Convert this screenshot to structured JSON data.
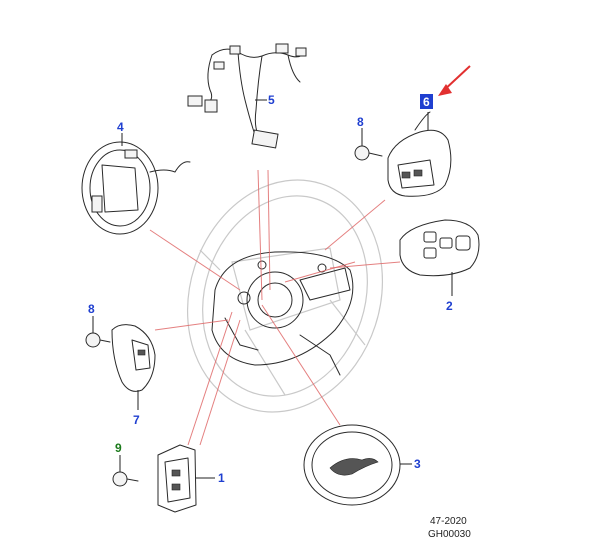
{
  "callouts": {
    "c5_top": "5",
    "c5_hi": "6",
    "c4": "4",
    "c8_top": "8",
    "c2": "2",
    "c8_left": "8",
    "c7": "7",
    "c9": "9",
    "c1": "1",
    "c3": "3"
  },
  "colors": {
    "callout_blue": "#1f3fd0",
    "callout_green": "#1a7a1a",
    "highlight_bg": "#1f3fd0",
    "highlight_text": "#ffffff",
    "arrow_red": "#e23030",
    "explode_line": "#e06a6a"
  },
  "footer": {
    "date_code": "47-2020",
    "drawing_id": "GH00030"
  }
}
